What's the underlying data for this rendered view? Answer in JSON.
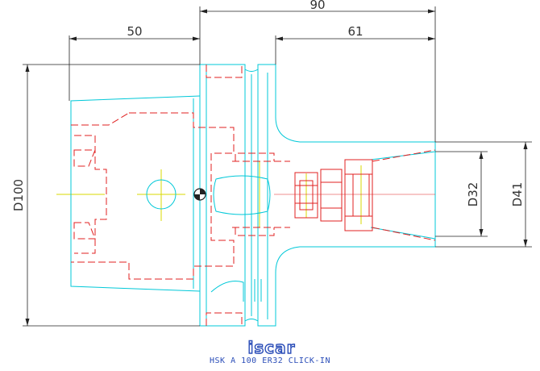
{
  "colors": {
    "outline": "#00c8d8",
    "hidden": "#e02020",
    "dimension": "#222222",
    "center": "#d8d800",
    "brand": "#2a4db8"
  },
  "dimensions": {
    "length_total": "90",
    "length_flange": "50",
    "length_nose": "61",
    "diameter_flange": "D100",
    "diameter_clamp": "D32",
    "diameter_nose": "D41"
  },
  "brand": {
    "logo_text": "iscar",
    "logo_icon": "iscar-logo-icon"
  },
  "caption": "HSK A 100 ER32 CLICK-IN"
}
